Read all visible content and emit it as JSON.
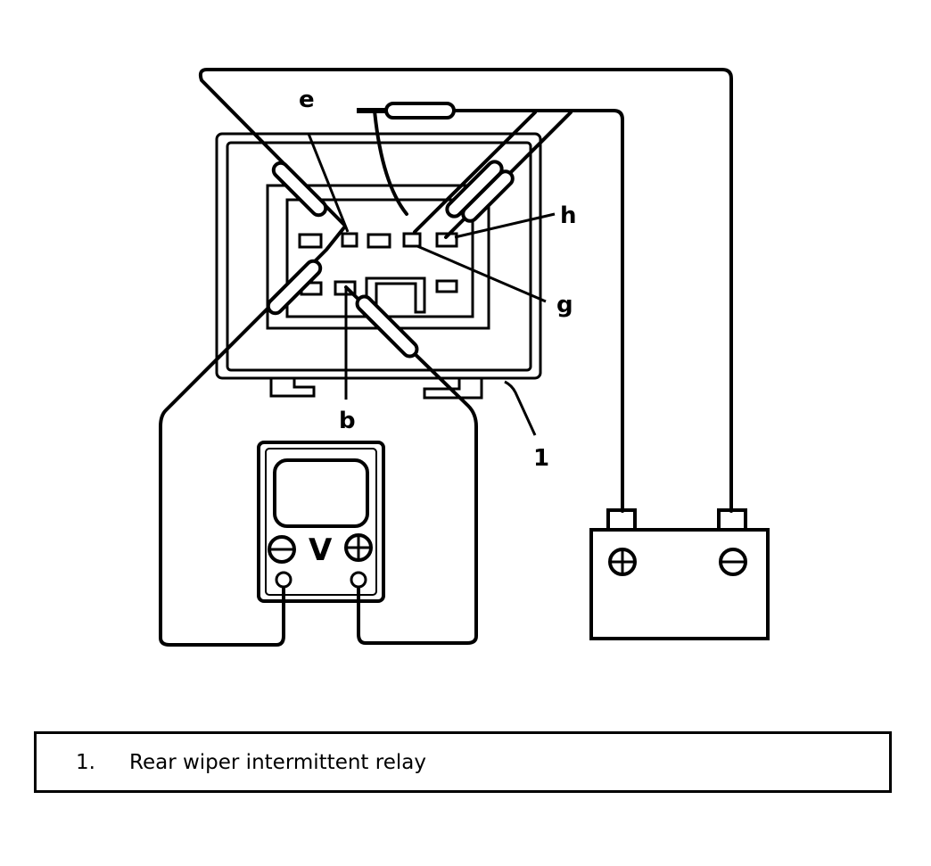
{
  "diagram": {
    "labels": {
      "e": "e",
      "h": "h",
      "g": "g",
      "b": "b",
      "one": "1",
      "meter": "V"
    }
  },
  "legend": {
    "items": [
      {
        "number": "1.",
        "text": "Rear wiper intermittent relay"
      }
    ]
  }
}
